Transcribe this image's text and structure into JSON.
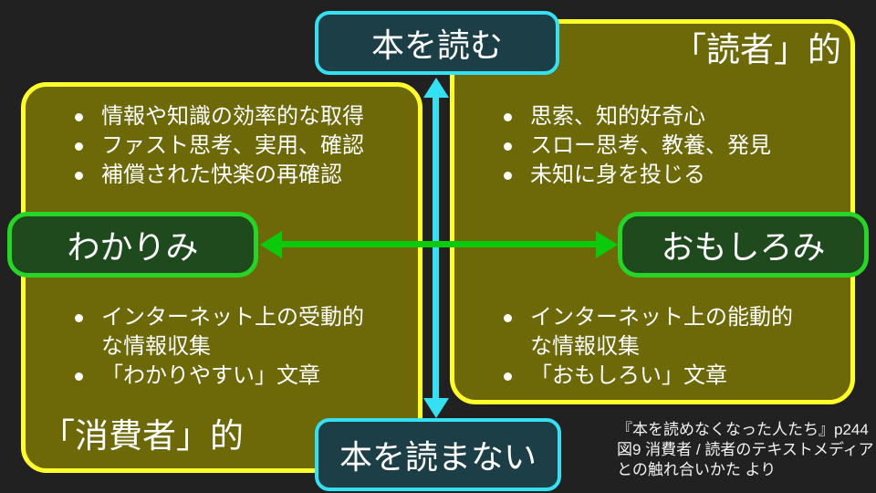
{
  "slide": {
    "axis": {
      "top_label": "本を読む",
      "bottom_label": "本を読まない",
      "left_label": "わかりみ",
      "right_label": "おもしろみ"
    },
    "panels": {
      "left": {
        "corner_label": "「消費者」的",
        "top_bullets": [
          "情報や知識の効率的な取得",
          "ファスト思考、実用、確認",
          "補償された快楽の再確認"
        ],
        "bottom_bullets": [
          "インターネット上の受動的な情報収集",
          "「わかりやすい」文章"
        ]
      },
      "right": {
        "corner_label": "「読者」的",
        "top_bullets": [
          "思索、知的好奇心",
          "スロー思考、教養、発見",
          "未知に身を投じる"
        ],
        "bottom_bullets": [
          "インターネット上の能動的な情報収集",
          "「おもしろい」文章"
        ]
      }
    },
    "citation": {
      "lines": [
        "『本を読めなくなった人たち』p244",
        "図9 消費者 / 読者のテキストメディア",
        "との触れ合いかた より"
      ]
    },
    "colors": {
      "background": "#212121",
      "panel_fill": "#6d6808",
      "panel_border": "#ffff2b",
      "cyan_accent": "#35e0f2",
      "teal_box_fill": "#1c3e46",
      "green_box_border": "#27d427",
      "green_box_fill": "#1e4a1e",
      "green_arrow": "#0bc90b",
      "text": "#ffffff"
    }
  }
}
